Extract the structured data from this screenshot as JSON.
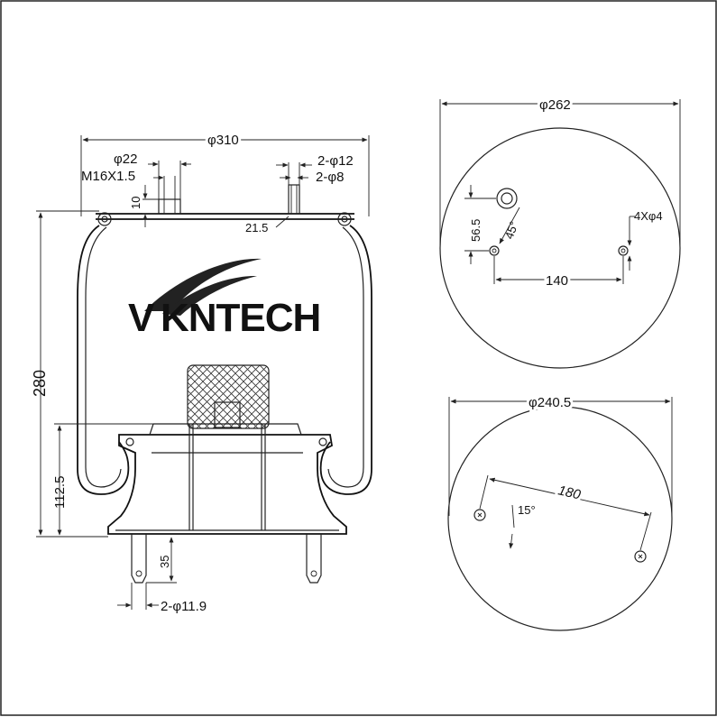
{
  "brand": {
    "logo_text": "KNTECH",
    "logo_initial": "V"
  },
  "side_view": {
    "overall_diameter": "φ310",
    "stud_diameter": "φ22",
    "stud_thread": "M16X1.5",
    "air_fitting_holes": "2-φ12",
    "air_fitting_inner": "2-φ8",
    "stud_height": "10",
    "fitting_offset": "21.5",
    "total_height": "280",
    "piston_height": "112.5",
    "bolt_protrusion": "35",
    "bottom_bolts": "2-φ11.9"
  },
  "top_plate": {
    "diameter": "φ262",
    "offset_vertical": "56.5",
    "angle": "45°",
    "holes": "4Xφ4",
    "hole_spacing": "140"
  },
  "bottom_plate": {
    "diameter": "φ240.5",
    "bolt_spacing": "180",
    "angle": "15°"
  },
  "colors": {
    "line": "#222222",
    "background": "#ffffff",
    "logo_ink": "#111111"
  }
}
